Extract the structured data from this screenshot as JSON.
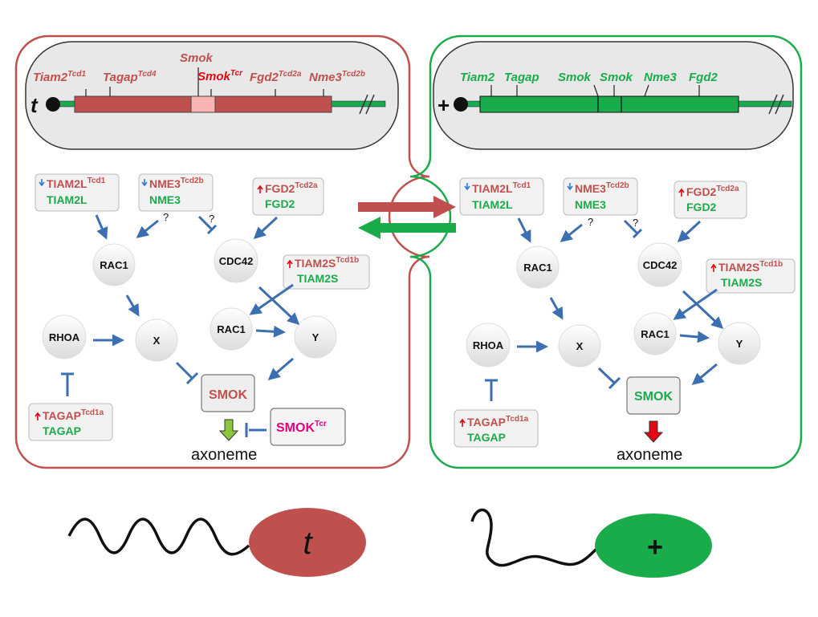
{
  "left": {
    "genotype": "t",
    "chromosome_genes": [
      {
        "name": "Tiam2",
        "sup": "Tcd1"
      },
      {
        "name": "Tagap",
        "sup": "Tcd4"
      },
      {
        "name": "Smok",
        "sup": ""
      },
      {
        "name": "Smok",
        "sup": "Tcr"
      },
      {
        "name": "Fgd2",
        "sup": "Tcd2a"
      },
      {
        "name": "Nme3",
        "sup": "Tcd2b"
      }
    ],
    "mutant_labels": {
      "tiam2l": {
        "name": "TIAM2L",
        "sup": "Tcd1"
      },
      "nme3": {
        "name": "NME3",
        "sup": "Tcd2b"
      },
      "fgd2": {
        "name": "FGD2",
        "sup": "Tcd2a"
      },
      "tiam2s": {
        "name": "TIAM2S",
        "sup": "Tcd1b"
      },
      "tagap": {
        "name": "TAGAP",
        "sup": "Tcd1a"
      }
    },
    "smok_tcr": {
      "name": "SMOK",
      "sup": "Tcr"
    },
    "axoneme": "axoneme",
    "sperm_label": "t"
  },
  "right": {
    "genotype": "+",
    "chromosome_genes": [
      "Tiam2",
      "Tagap",
      "Smok",
      "Smok",
      "Nme3",
      "Fgd2"
    ],
    "mutant_labels": {
      "tiam2l": {
        "name": "TIAM2L",
        "sup": "Tcd1"
      },
      "nme3": {
        "name": "NME3",
        "sup": "Tcd2b"
      },
      "fgd2": {
        "name": "FGD2",
        "sup": "Tcd2a"
      },
      "tiam2s": {
        "name": "TIAM2S",
        "sup": "Tcd1b"
      },
      "tagap": {
        "name": "TAGAP",
        "sup": "Tcd1a"
      }
    },
    "axoneme": "axoneme",
    "sperm_label": "+"
  },
  "proteins": {
    "tiam2l": "TIAM2L",
    "nme3": "NME3",
    "fgd2": "FGD2",
    "tiam2s": "TIAM2S",
    "tagap": "TAGAP"
  },
  "nodes": {
    "rac1_top": "RAC1",
    "cdc42": "CDC42",
    "rhoa": "RHOA",
    "x": "X",
    "rac1_mid": "RAC1",
    "y": "Y",
    "smok": "SMOK"
  },
  "question_mark": "?",
  "colors": {
    "t_red": "#c0504d",
    "wt_green": "#1aab4b",
    "arrow_blue": "#3b6fb0",
    "smok_tcr_magenta": "#e6007e",
    "bright_red": "#e30613",
    "light_green": "#8cc63f",
    "up_red": "#e30613",
    "down_blue": "#2e7bd6"
  },
  "icons": {
    "up_arrow": "up-arrow-icon",
    "down_arrow": "down-arrow-icon"
  }
}
